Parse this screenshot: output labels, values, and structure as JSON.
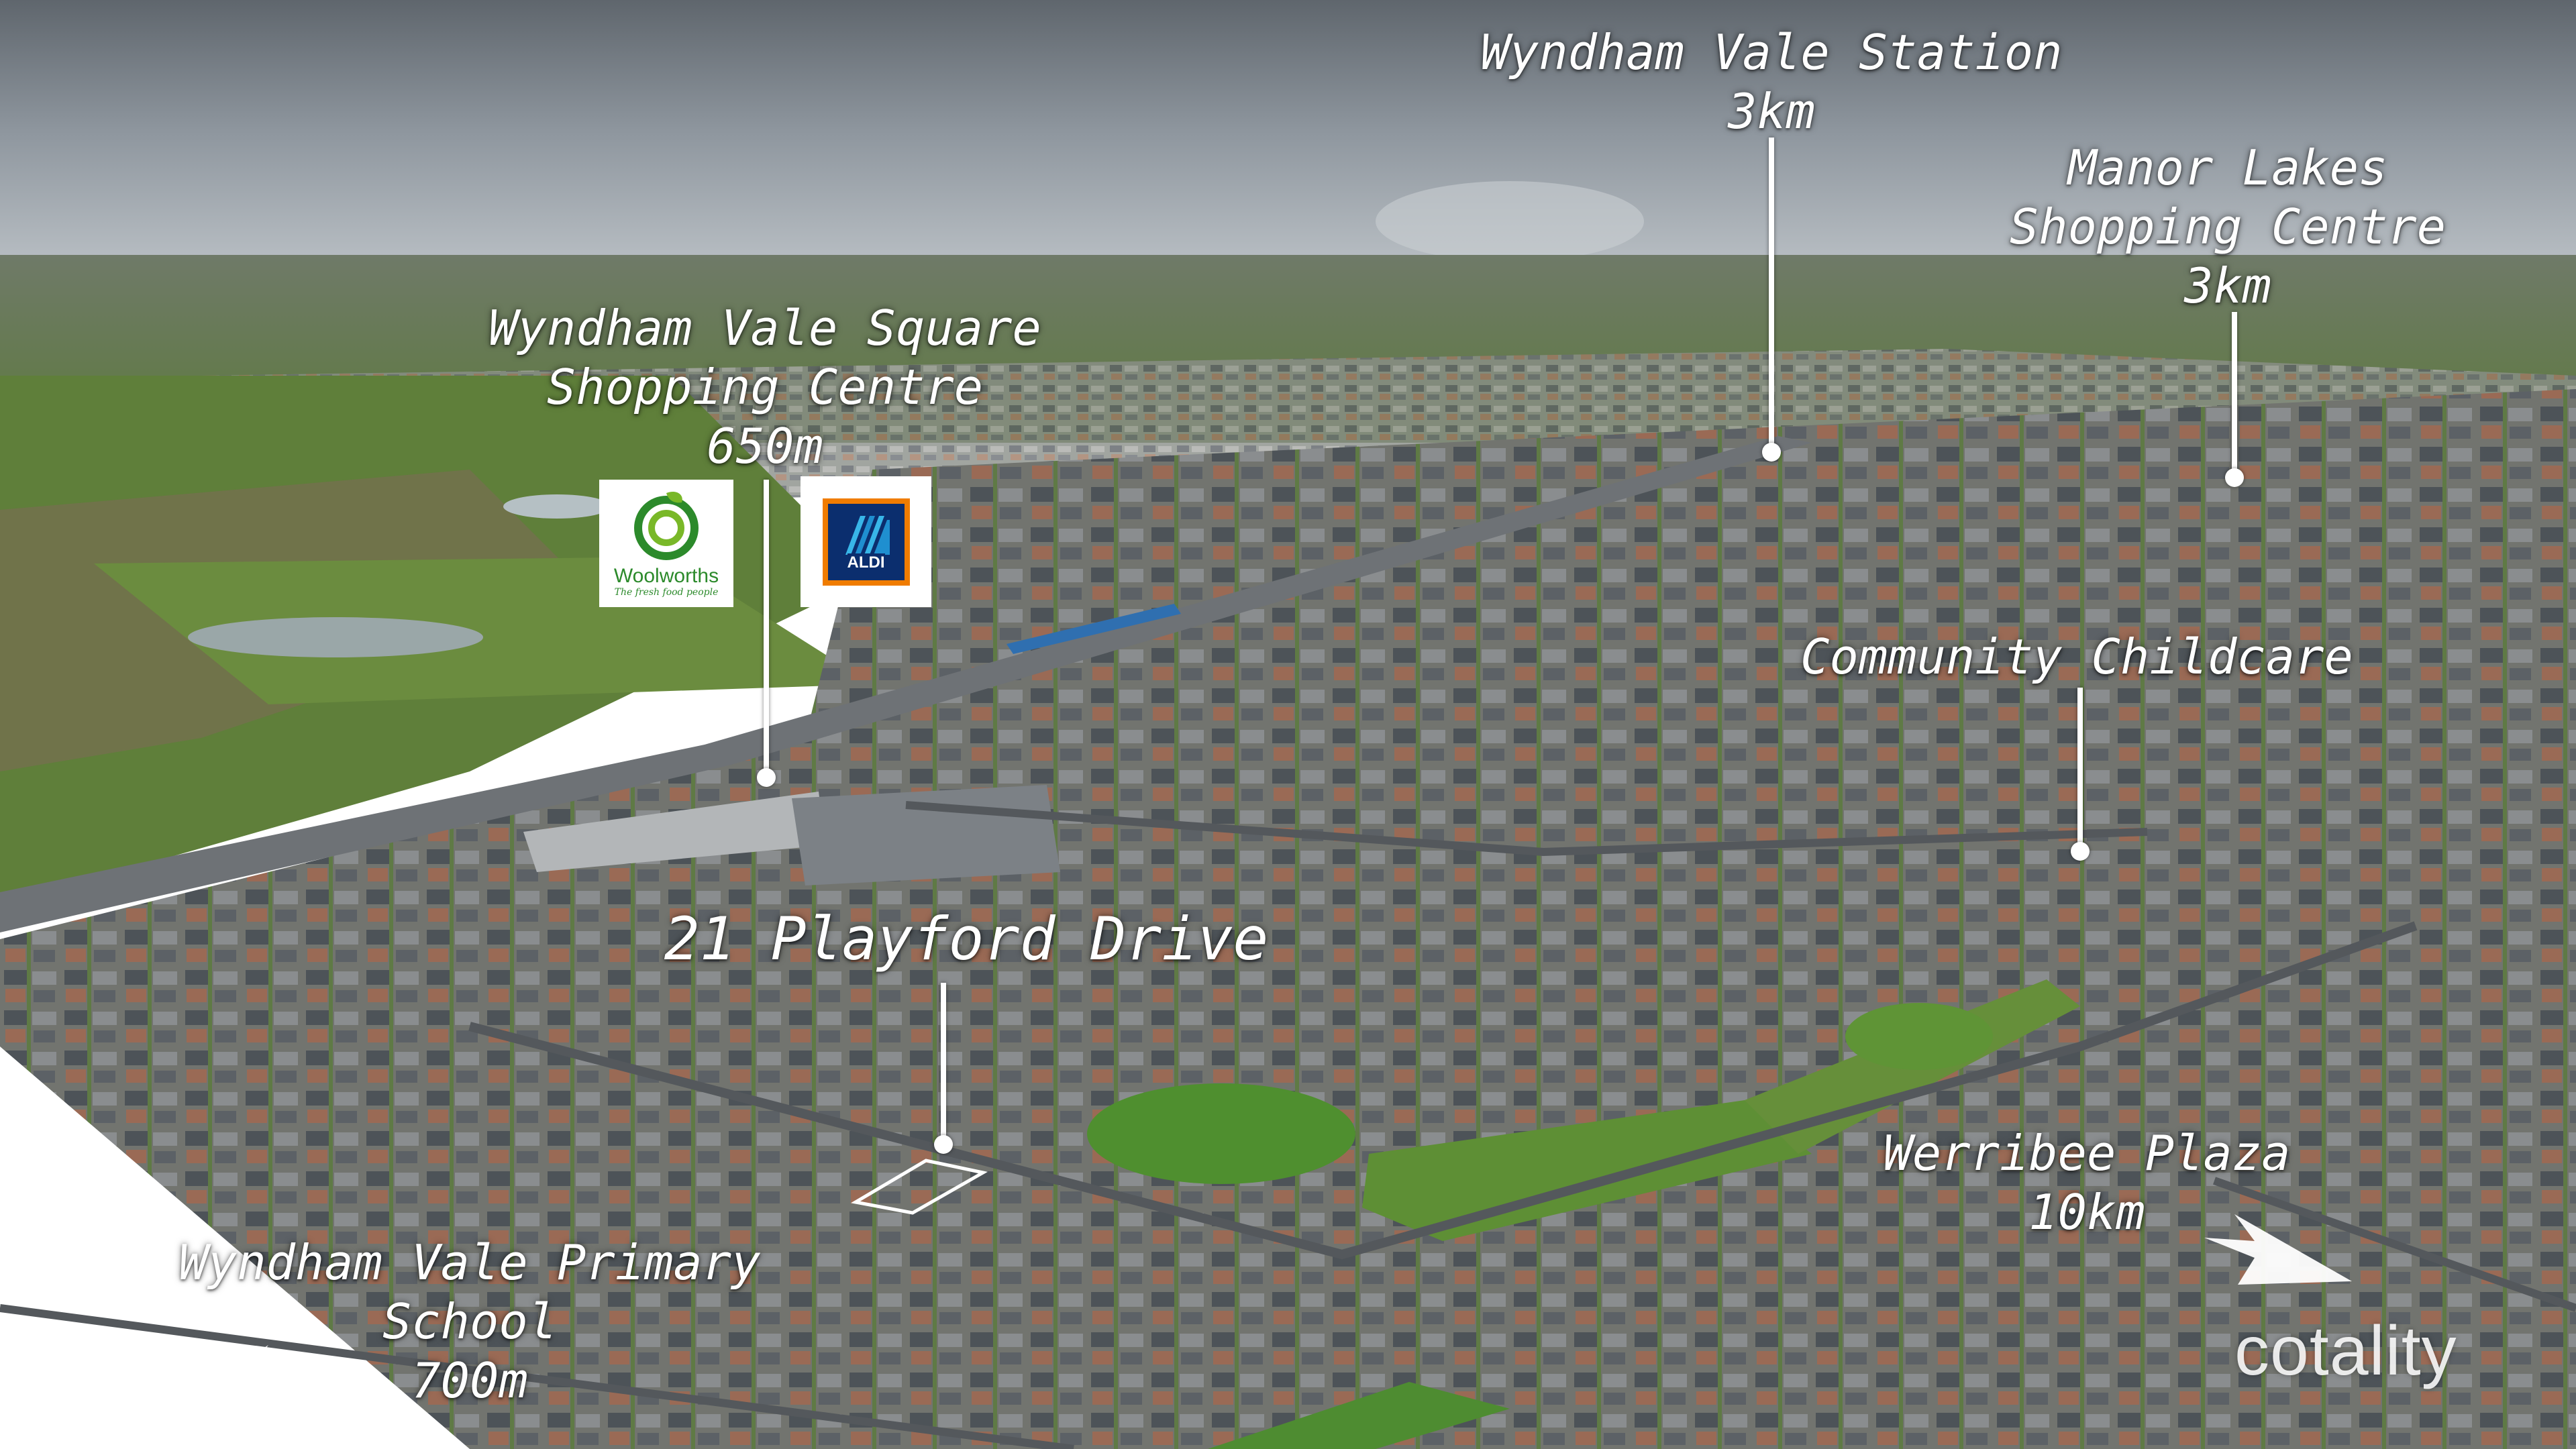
{
  "labels": {
    "station": {
      "line1": "Wyndham Vale Station",
      "line2": "3km"
    },
    "manor": {
      "line1": "Manor Lakes",
      "line2": "Shopping Centre",
      "line3": "3km"
    },
    "square": {
      "line1": "Wyndham Vale Square",
      "line2": "Shopping Centre",
      "line3": "650m"
    },
    "childcare": {
      "line1": "Community Childcare"
    },
    "property": {
      "line1": "21 Playford Drive"
    },
    "werribee": {
      "line1": "Werribee Plaza",
      "line2": "10km"
    },
    "primary": {
      "line1": "Wyndham Vale Primary",
      "line2": "School",
      "line3": "700m"
    }
  },
  "logos": {
    "woolworths": {
      "name": "Woolworths",
      "tagline": "The fresh food people"
    },
    "aldi": {
      "name": "ALDI"
    }
  },
  "watermark": "cotality",
  "icons": [
    "pin-marker-icon",
    "arrow-left-icon",
    "arrow-right-icon",
    "woolworths-logo-icon",
    "aldi-logo-icon"
  ],
  "colors": {
    "label": "#ffffff",
    "woolworths_green": "#2c8a2b",
    "aldi_blue": "#0b2e6e",
    "aldi_orange": "#f07c00"
  }
}
